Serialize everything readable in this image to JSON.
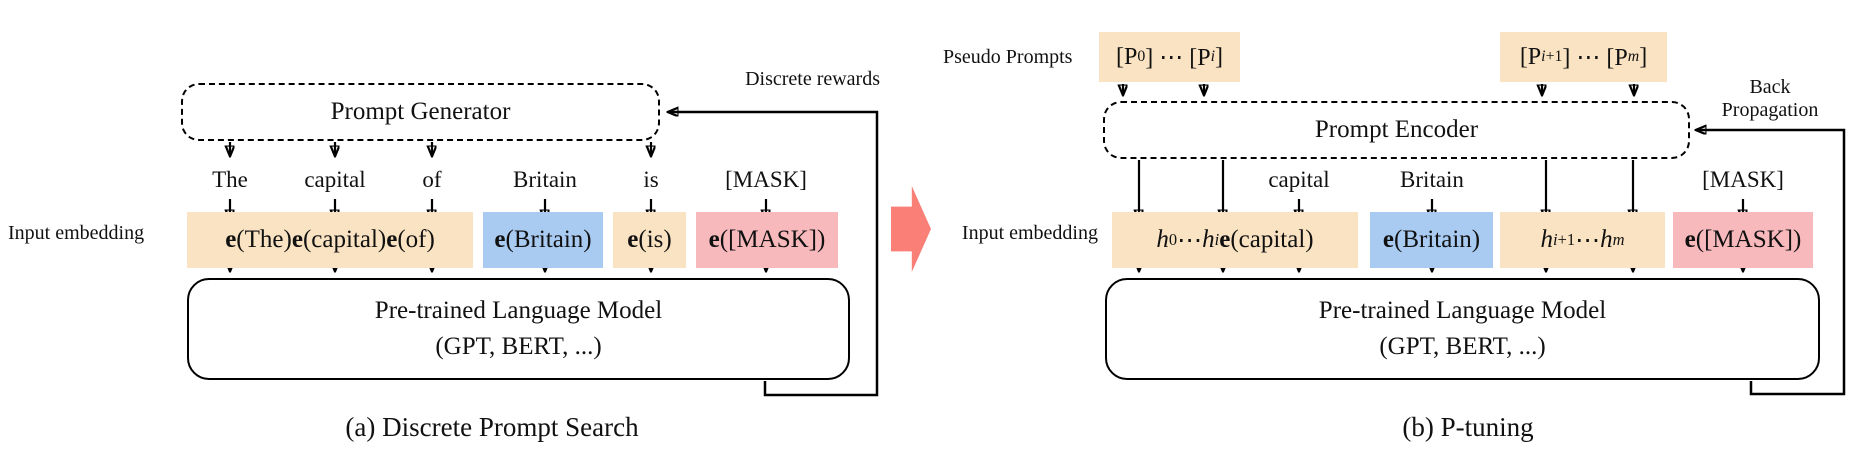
{
  "colors": {
    "orange": "#FAE3C2",
    "blue": "#A9CBF2",
    "red": "#F8B9BD",
    "salmon": "#FA8077",
    "line": "#000000"
  },
  "panel_a": {
    "caption": "(a) Discrete Prompt Search",
    "generator_label": "Prompt Generator",
    "reward_label": "Discrete rewards",
    "input_embedding_label": "Input embedding",
    "tokens": [
      "The",
      "capital",
      "of",
      "Britain",
      "is",
      "[MASK]"
    ],
    "embeddings": [
      {
        "text": "**e**(The) **e**(capital) **e**(of)",
        "color": "orange"
      },
      {
        "text": "**e**(Britain)",
        "color": "blue"
      },
      {
        "text": "**e**(is)",
        "color": "orange"
      },
      {
        "text": "**e**([MASK])",
        "color": "red"
      }
    ],
    "plm": {
      "line1": "Pre-trained Language Model",
      "line2": "(GPT, BERT, ...)"
    }
  },
  "panel_b": {
    "caption": "(b) P-tuning",
    "pseudo_prompts_label": "Pseudo Prompts",
    "pseudo_boxes": [
      {
        "text": "[P_{0}] ⋯ [P_{*i*}]",
        "color": "orange"
      },
      {
        "text": "[P_{*i*+1}] ⋯ [P_{*m*}]",
        "color": "orange"
      }
    ],
    "encoder_label": "Prompt Encoder",
    "backprop_label": "Back Propagation",
    "input_embedding_label": "Input embedding",
    "tokens": [
      "capital",
      "Britain",
      "[MASK]"
    ],
    "embeddings": [
      {
        "text": "*h*_{0} ⋯ *h*_{*i*} **e**(capital)",
        "color": "orange"
      },
      {
        "text": "**e**(Britain)",
        "color": "blue"
      },
      {
        "text": "*h*_{*i*+1} ⋯ *h*_{*m*}",
        "color": "orange"
      },
      {
        "text": "**e**([MASK])",
        "color": "red"
      }
    ],
    "plm": {
      "line1": "Pre-trained Language Model",
      "line2": "(GPT, BERT, ...)"
    }
  }
}
